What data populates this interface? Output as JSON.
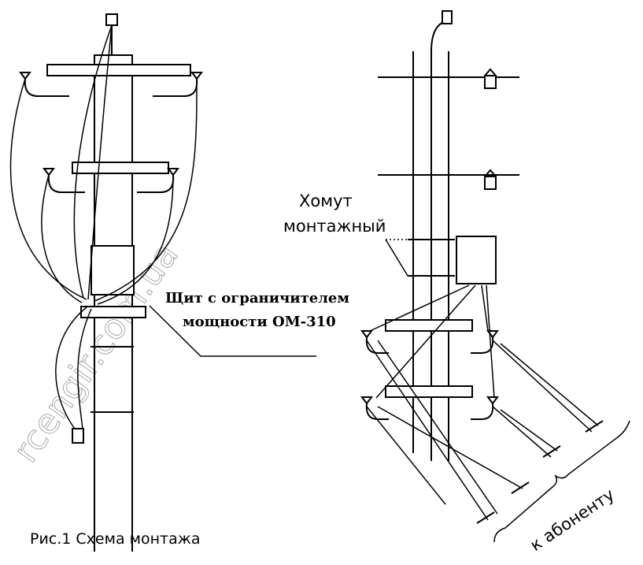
{
  "labels": {
    "clamp_line1": "Хомут",
    "clamp_line2": "монтажный",
    "panel_line1": "Щит с ограничителем",
    "panel_line2": "мощности ОМ-310",
    "caption": "Рис.1 Схема монтажа",
    "to_subscriber": "к абоненту"
  },
  "watermark": "rcengir.com.ua",
  "colors": {
    "ink": "#000000",
    "paper": "#ffffff",
    "watermark": "#aaaaaa"
  }
}
